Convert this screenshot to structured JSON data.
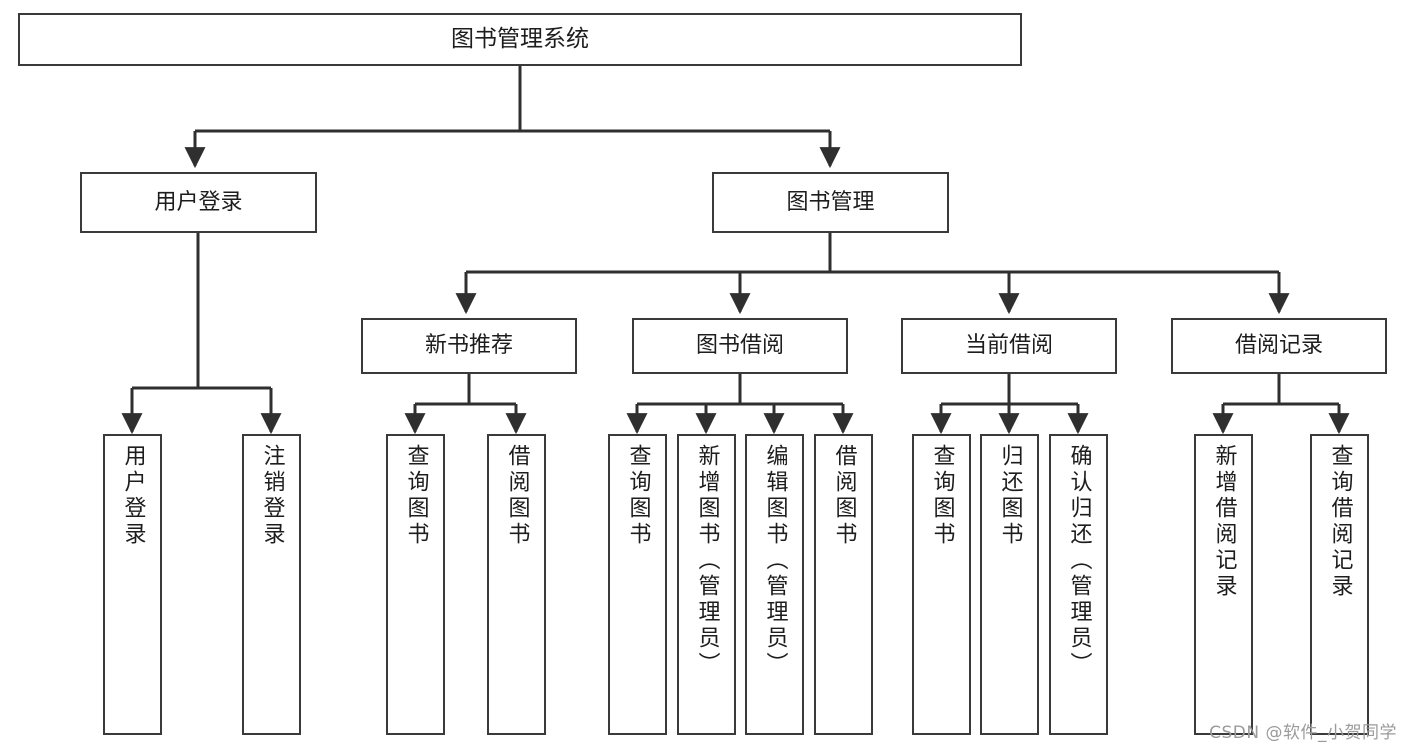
{
  "diagram": {
    "title": "图书管理系统",
    "watermark": "CSDN @软件_小贺同学",
    "stroke_color": "#3a3a3a",
    "text_color": "#1d1d1d",
    "background": "#ffffff",
    "levels": {
      "root": {
        "label": "图书管理系统"
      },
      "level1": [
        {
          "label": "用户登录"
        },
        {
          "label": "图书管理"
        }
      ],
      "level2": [
        {
          "label": "新书推荐"
        },
        {
          "label": "图书借阅"
        },
        {
          "label": "当前借阅"
        },
        {
          "label": "借阅记录"
        }
      ],
      "leaves": {
        "user_login": [
          {
            "label": "用户登录"
          },
          {
            "label": "注销登录"
          }
        ],
        "new_books": [
          {
            "label": "查询图书"
          },
          {
            "label": "借阅图书"
          }
        ],
        "book_borrow": [
          {
            "label": "查询图书"
          },
          {
            "label": "新增图书（管理员）"
          },
          {
            "label": "编辑图书（管理员）"
          },
          {
            "label": "借阅图书"
          }
        ],
        "current_borrow": [
          {
            "label": "查询图书"
          },
          {
            "label": "归还图书"
          },
          {
            "label": "确认归还（管理员）"
          }
        ],
        "borrow_records": [
          {
            "label": "新增借阅记录"
          },
          {
            "label": "查询借阅记录"
          }
        ]
      }
    }
  }
}
